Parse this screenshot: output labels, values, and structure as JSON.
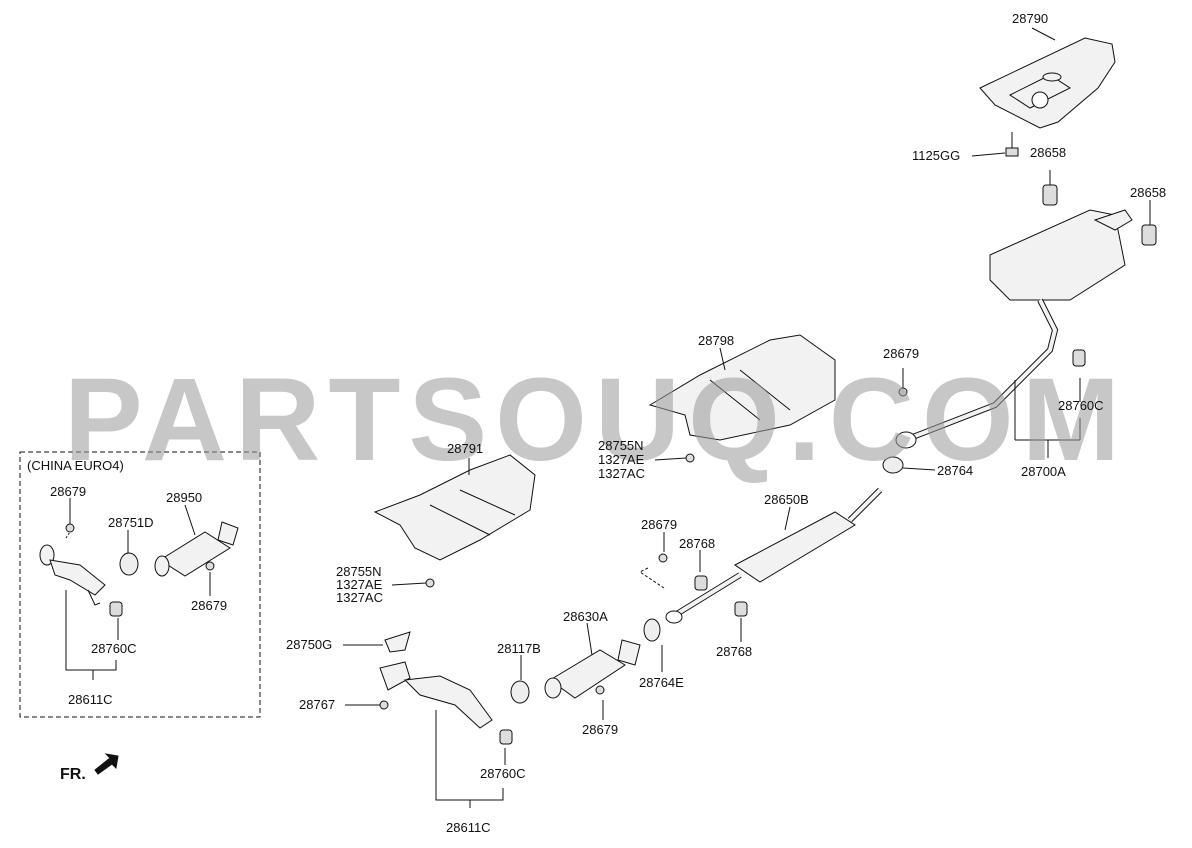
{
  "watermark": "PARTSOUQ.COM",
  "inset_title": "(CHINA EURO4)",
  "front_label": "FR.",
  "labels": {
    "p28790": "28790",
    "p1125GG": "1125GG",
    "p28658a": "28658",
    "p28658b": "28658",
    "p28798": "28798",
    "p28679a": "28679",
    "p28760Ca": "28760C",
    "p28755N_1": "28755N",
    "p1327AE_1": "1327AE",
    "p1327AC_1": "1327AC",
    "p28764": "28764",
    "p28700A": "28700A",
    "p28791": "28791",
    "p28650B": "28650B",
    "p28679b": "28679",
    "p28768a": "28768",
    "p28768b": "28768",
    "p28755N_2": "28755N",
    "p1327AE_2": "1327AE",
    "p1327AC_2": "1327AC",
    "p28630A": "28630A",
    "p28117B": "28117B",
    "p28764E": "28764E",
    "p28679c": "28679",
    "p28750G": "28750G",
    "p28767": "28767",
    "p28760Cb": "28760C",
    "p28611Cb": "28611C",
    "p28679d": "28679",
    "p28751D": "28751D",
    "p28950": "28950",
    "p28679e": "28679",
    "p28760Cc": "28760C",
    "p28611Ca": "28611C"
  },
  "colors": {
    "line": "#111111",
    "part_fill": "#f2f2f2",
    "watermark": "#9a9a9a"
  }
}
